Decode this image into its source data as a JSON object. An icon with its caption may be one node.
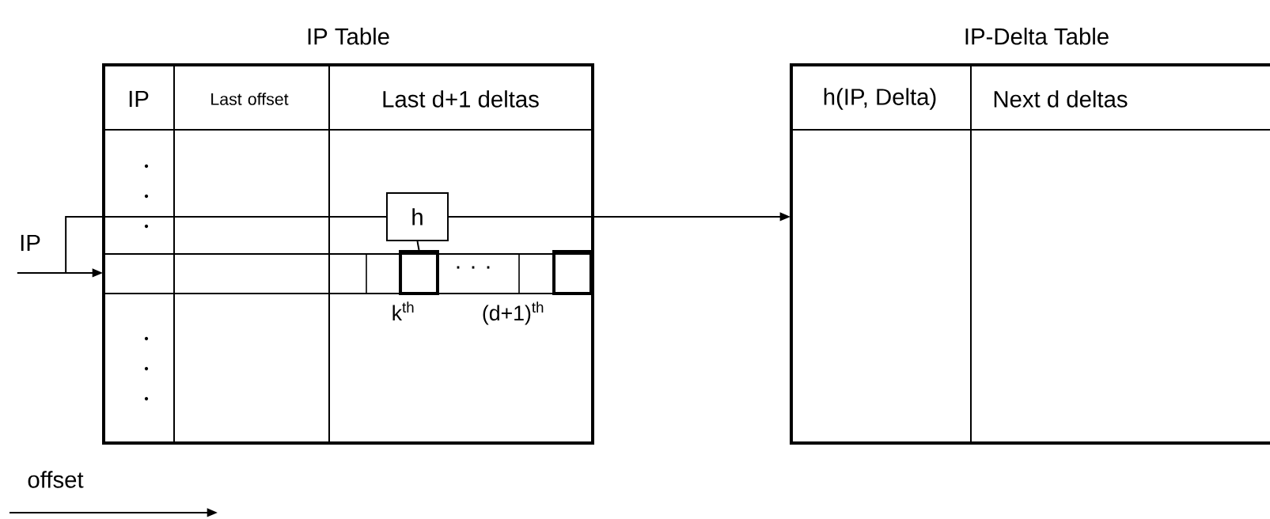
{
  "diagram": {
    "nodes": [
      {
        "text": [
          "IP Table"
        ]
      },
      {
        "text": [],
        "shape": "bar",
        "in": 0
      },
      {
        "text": [
          "h"
        ],
        "in": 0
      },
      {
        "text": [],
        "shape": "box",
        "in": 1,
        "beside": [
          "k$^{th}$"
        ]
      },
      {
        "text": [],
        "shape": "box",
        "in": 1,
        "beside": [
          "(d+1)$^{th}$"
        ]
      },
      {
        "text": [
          "IP-Delta Table"
        ]
      },
      {
        "text": [
          "IP"
        ]
      }
    ],
    "edges": [
      {
        "from": 6,
        "to": 1,
        "arrow": "to"
      },
      {
        "from": 6,
        "to": 2,
        "arrow": "none"
      },
      {
        "from": 2,
        "to": 5,
        "arrow": "to"
      },
      {
        "from": 2,
        "to": 3,
        "arrow": "none"
      }
    ],
    "labels": [
      "IP",
      "Last offset",
      "Last d+1 deltas",
      "h(IP, Delta)",
      "Next d deltas",
      ". . .",
      "offset"
    ]
  }
}
